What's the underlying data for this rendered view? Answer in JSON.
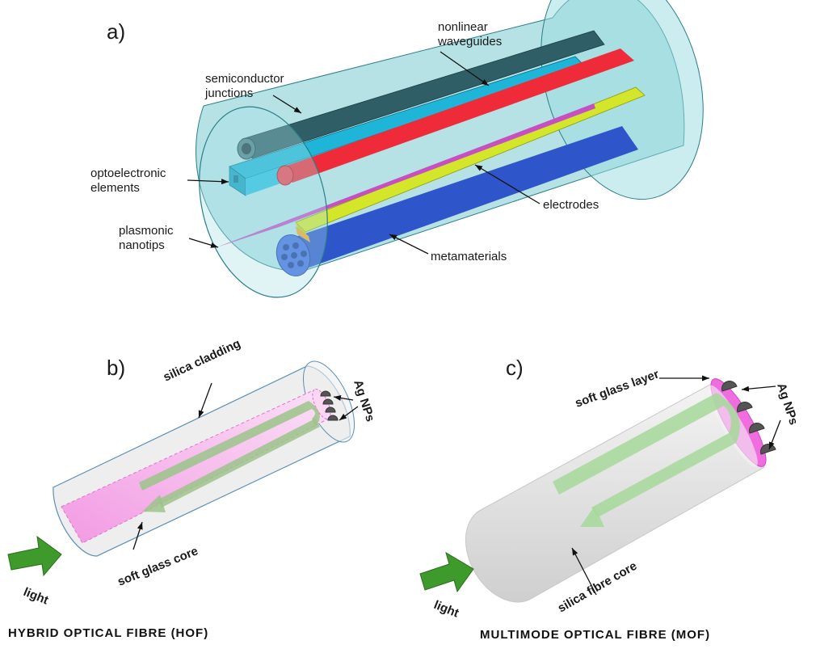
{
  "panel_a": {
    "label": "a)",
    "callouts": {
      "nonlinear": [
        "nonlinear",
        "waveguides"
      ],
      "semiconductor": [
        "semiconductor",
        "junctions"
      ],
      "optoelectronic": [
        "optoelectronic",
        "elements"
      ],
      "plasmonic": [
        "plasmonic",
        "nanotips"
      ],
      "electrodes": "electrodes",
      "metamaterials": "metamaterials"
    },
    "colors": {
      "cladding": "#8fd3d9",
      "waveguide_red": "#ef2b3a",
      "junction_dark": "#2f5e66",
      "element_cyan": "#1fb5d8",
      "electrode_yellow": "#d4e62a",
      "electrode_end": "#f5a623",
      "metamaterial_blue": "#2e55c9",
      "nanotip_magenta": "#c74fc2"
    }
  },
  "panel_b": {
    "label": "b)",
    "callouts": {
      "cladding": "silica cladding",
      "particles": "Ag NPs",
      "core": "soft glass core",
      "light": "light"
    },
    "caption": "HYBRID  OPTICAL FIBRE (HOF)",
    "colors": {
      "core": "#f2a6e6",
      "arrow": "#3f9a2c",
      "guide": "#9bc48a"
    }
  },
  "panel_c": {
    "label": "c)",
    "callouts": {
      "layer": "soft glass layer",
      "particles": "Ag NPs",
      "core": "silica fibre core",
      "light": "light"
    },
    "caption": "MULTIMODE  OPTICAL FIBRE (MOF)",
    "colors": {
      "layer": "#f06de0",
      "arrow": "#3f9a2c",
      "guide": "#a6d89a"
    }
  }
}
